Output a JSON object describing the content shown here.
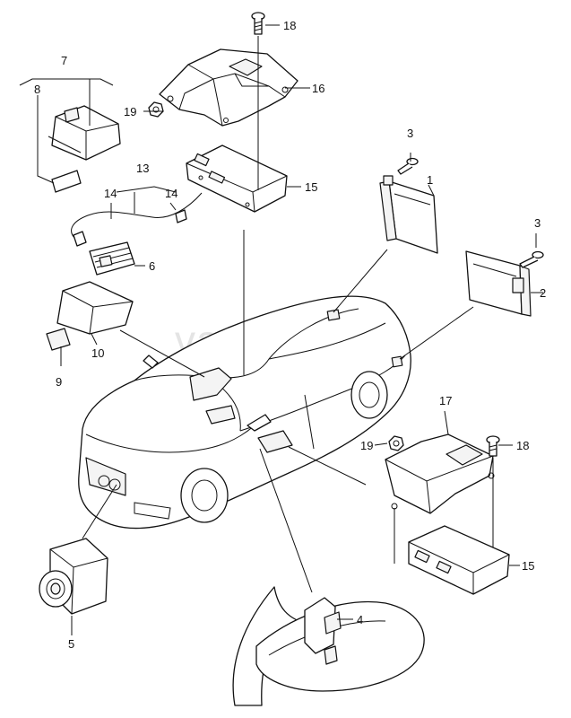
{
  "watermark": "vagtec.ru",
  "callouts": {
    "c1": "1",
    "c2": "2",
    "c3a": "3",
    "c3b": "3",
    "c4": "4",
    "c5": "5",
    "c6": "6",
    "c7": "7",
    "c8": "8",
    "c9": "9",
    "c10": "10",
    "c13": "13",
    "c14a": "14",
    "c14b": "14",
    "c15a": "15",
    "c15b": "15",
    "c16": "16",
    "c17": "17",
    "c18a": "18",
    "c18b": "18",
    "c19a": "19",
    "c19b": "19"
  },
  "colors": {
    "line": "#111111",
    "background": "#ffffff",
    "watermark": "#cfcfcf"
  }
}
